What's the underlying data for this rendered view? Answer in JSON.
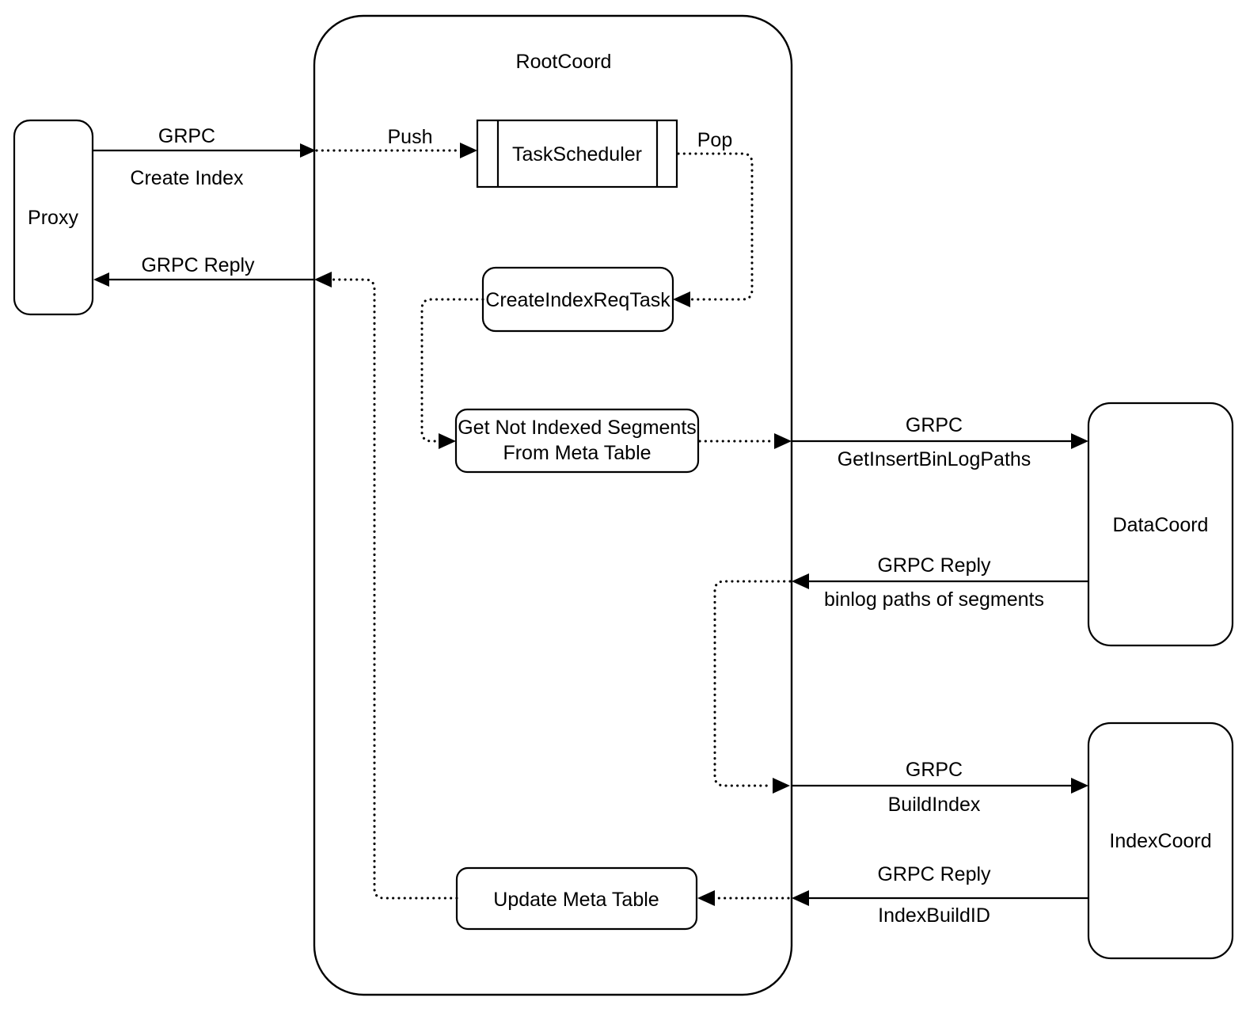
{
  "diagram": {
    "title": "RootCoord Create Index Flow",
    "background_color": "#ffffff",
    "stroke_color": "#000000"
  },
  "containers": [
    {
      "id": "rootcoord",
      "label": "RootCoord"
    }
  ],
  "nodes": [
    {
      "id": "proxy",
      "label": "Proxy",
      "shape": "rounded-rect"
    },
    {
      "id": "taskscheduler",
      "label": "TaskScheduler",
      "shape": "queue"
    },
    {
      "id": "createindexreqtask",
      "label": "CreateIndexReqTask",
      "shape": "rounded-rect"
    },
    {
      "id": "getnotindexed",
      "label_line1": "Get Not Indexed Segments",
      "label_line2": "From Meta Table",
      "shape": "rounded-rect"
    },
    {
      "id": "updatemetatable",
      "label": "Update Meta Table",
      "shape": "rounded-rect"
    },
    {
      "id": "datacoord",
      "label": "DataCoord",
      "shape": "rounded-rect"
    },
    {
      "id": "indexcoord",
      "label": "IndexCoord",
      "shape": "rounded-rect"
    }
  ],
  "edges": [
    {
      "id": "proxy-to-rootcoord",
      "style": "solid",
      "label_top": "GRPC",
      "label_bottom": "Create Index"
    },
    {
      "id": "rootcoord-to-proxy",
      "style": "solid",
      "label_top": "GRPC Reply"
    },
    {
      "id": "push-to-taskscheduler",
      "style": "dotted",
      "label_top": "Push"
    },
    {
      "id": "pop-from-taskscheduler",
      "style": "dotted",
      "label_top": "Pop"
    },
    {
      "id": "createindexreqtask-to-getnotindexed",
      "style": "dotted"
    },
    {
      "id": "getnotindexed-to-datacoord",
      "style": "solid",
      "label_top": "GRPC",
      "label_bottom": "GetInsertBinLogPaths"
    },
    {
      "id": "datacoord-to-rootcoord",
      "style": "solid",
      "label_top": "GRPC Reply",
      "label_bottom": "binlog paths of segments"
    },
    {
      "id": "rootcoord-to-indexcoord",
      "style": "solid",
      "label_top": "GRPC",
      "label_bottom": "BuildIndex"
    },
    {
      "id": "indexcoord-to-updatemetatable",
      "style": "solid",
      "label_top": "GRPC Reply",
      "label_bottom": "IndexBuildID"
    },
    {
      "id": "updatemetatable-to-grpcreply",
      "style": "dotted"
    }
  ],
  "labels": {
    "rootcoord": "RootCoord",
    "proxy": "Proxy",
    "taskscheduler": "TaskScheduler",
    "createindexreqtask": "CreateIndexReqTask",
    "getnotindexed_line1": "Get Not Indexed Segments",
    "getnotindexed_line2": "From Meta Table",
    "updatemetatable": "Update Meta Table",
    "datacoord": "DataCoord",
    "indexcoord": "IndexCoord",
    "grpc_1": "GRPC",
    "create_index": "Create Index",
    "grpc_reply_1": "GRPC Reply",
    "push": "Push",
    "pop": "Pop",
    "grpc_2": "GRPC",
    "get_insert_binlog_paths": "GetInsertBinLogPaths",
    "grpc_reply_2": "GRPC Reply",
    "binlog_paths_of_segments": "binlog paths of segments",
    "grpc_3": "GRPC",
    "build_index": "BuildIndex",
    "grpc_reply_3": "GRPC Reply",
    "index_build_id": "IndexBuildID"
  }
}
